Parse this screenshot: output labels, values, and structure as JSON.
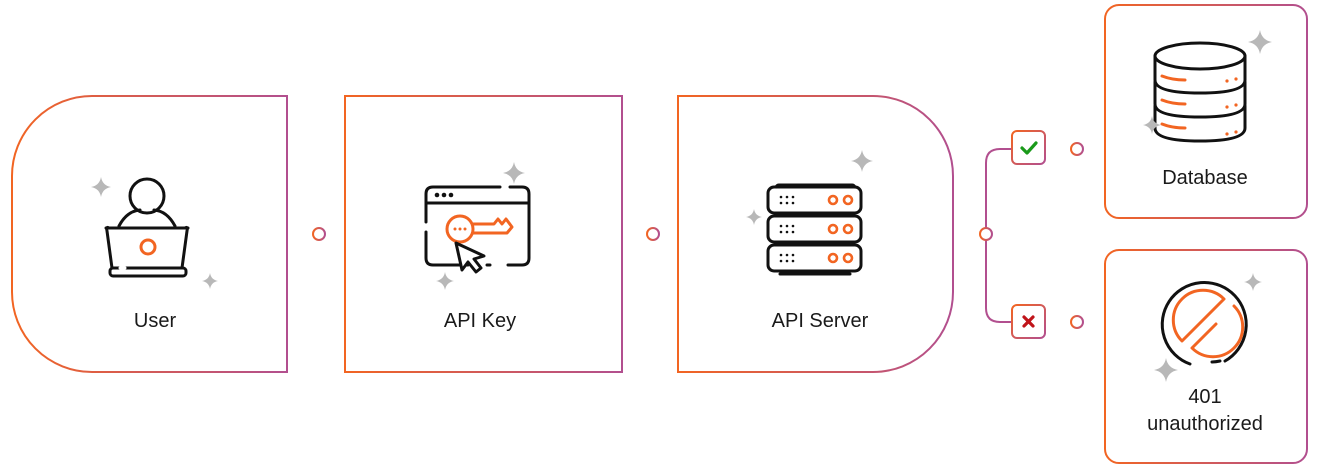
{
  "diagram": {
    "title": "API key authentication flow",
    "colors": {
      "gradient_start": "#f26522",
      "gradient_end": "#b24f8f",
      "icon_stroke": "#111111",
      "icon_accent": "#f26522",
      "sparkle": "#b8b8b8",
      "success": "#1a9a1a",
      "failure": "#c0141a",
      "text": "#1a1a1a"
    },
    "nodes": [
      {
        "id": "user",
        "label": "User",
        "icon": "user-laptop-icon"
      },
      {
        "id": "api_key",
        "label": "API Key",
        "icon": "key-browser-icon"
      },
      {
        "id": "api_server",
        "label": "API Server",
        "icon": "server-rack-icon"
      },
      {
        "id": "database",
        "label": "Database",
        "icon": "database-icon"
      },
      {
        "id": "unauthorized",
        "label_line1": "401",
        "label_line2": "unauthorized",
        "icon": "forbidden-icon"
      }
    ],
    "edges": [
      {
        "from": "user",
        "to": "api_key"
      },
      {
        "from": "api_key",
        "to": "api_server"
      },
      {
        "from": "api_server",
        "to": "database",
        "badge": "check-icon",
        "meaning": "valid"
      },
      {
        "from": "api_server",
        "to": "unauthorized",
        "badge": "cross-icon",
        "meaning": "invalid"
      }
    ]
  }
}
